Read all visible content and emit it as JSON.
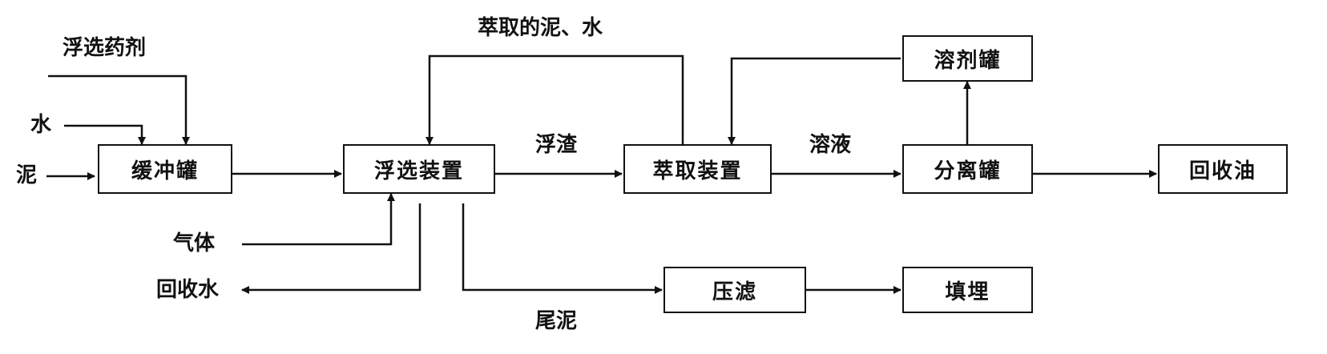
{
  "diagram": {
    "inputs": {
      "flotation_agent": "浮选药剂",
      "water": "水",
      "sludge": "泥",
      "gas": "气体"
    },
    "boxes": {
      "buffer_tank": "缓冲罐",
      "flotation_device": "浮选装置",
      "extraction_device": "萃取装置",
      "separation_tank": "分离罐",
      "recovered_oil": "回收油",
      "solvent_tank": "溶剂罐",
      "press_filter": "压滤",
      "landfill": "填埋"
    },
    "edge_labels": {
      "extracted_mud_water": "萃取的泥、水",
      "scum": "浮渣",
      "solution": "溶液",
      "tailings": "尾泥",
      "recovered_water": "回收水"
    }
  }
}
